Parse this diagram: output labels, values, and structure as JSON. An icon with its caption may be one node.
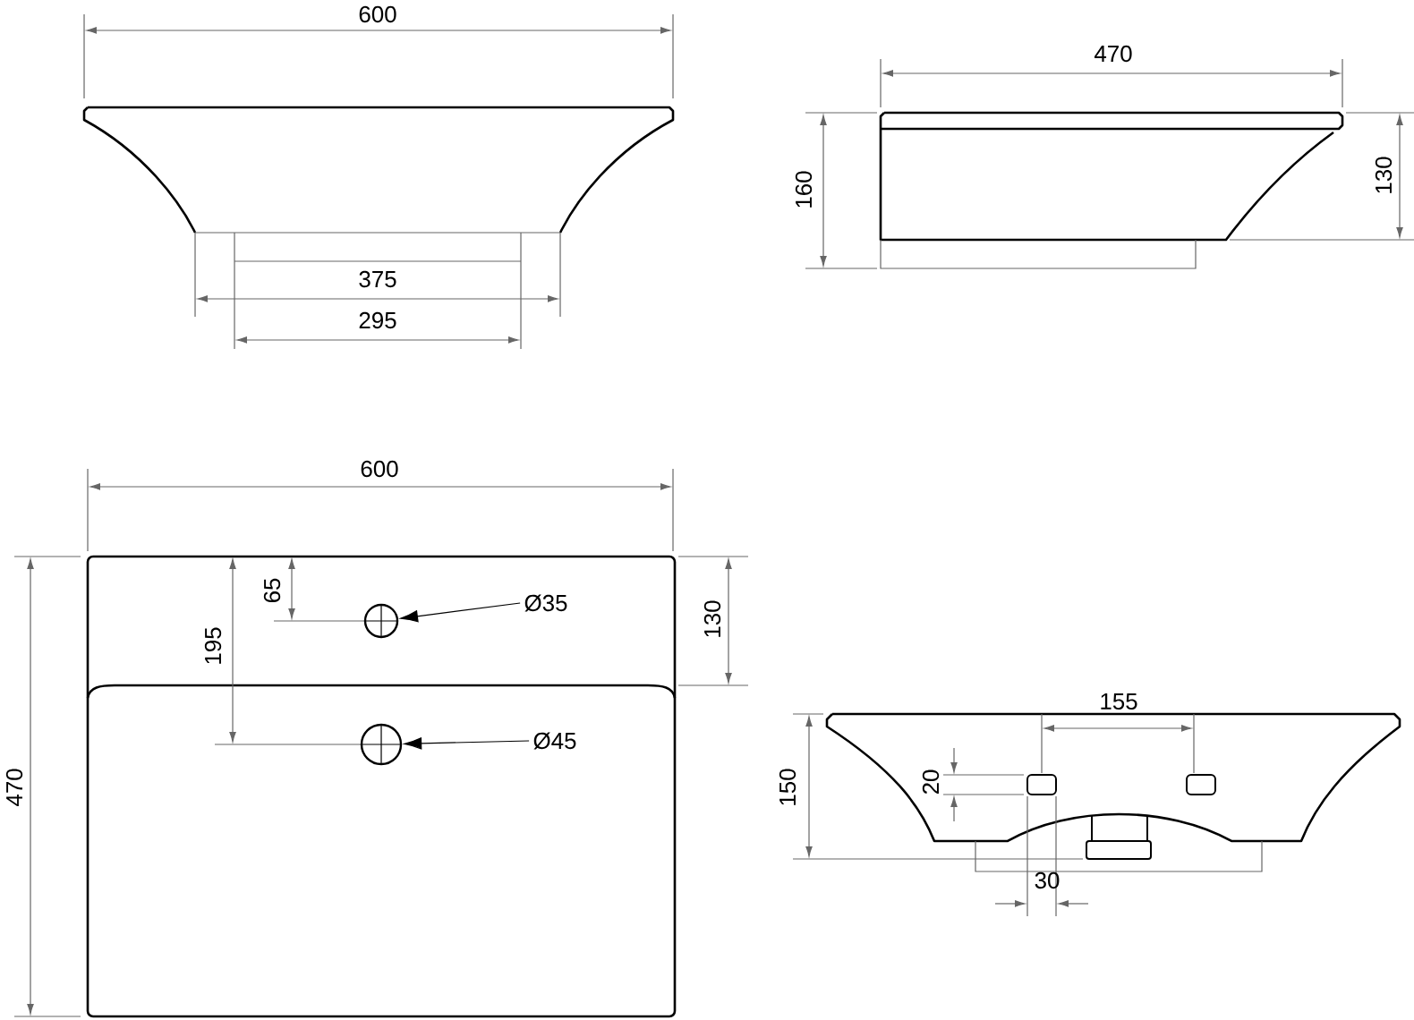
{
  "diagram": {
    "nodes": [
      {
        "text": [
          "Ø35"
        ]
      },
      {
        "text": [],
        "shape": "circle"
      },
      {
        "text": [
          "Ø45"
        ]
      },
      {
        "text": [],
        "shape": "circle"
      }
    ],
    "edges": [
      {
        "from": 0,
        "to": 1,
        "arrow": "to"
      },
      {
        "from": 2,
        "to": 3,
        "arrow": "to"
      }
    ],
    "labels": [
      "600",
      "470",
      "160",
      "130",
      "375",
      "295",
      "600",
      "65",
      "195",
      "130",
      "470",
      "155",
      "20",
      "150",
      "30"
    ]
  }
}
